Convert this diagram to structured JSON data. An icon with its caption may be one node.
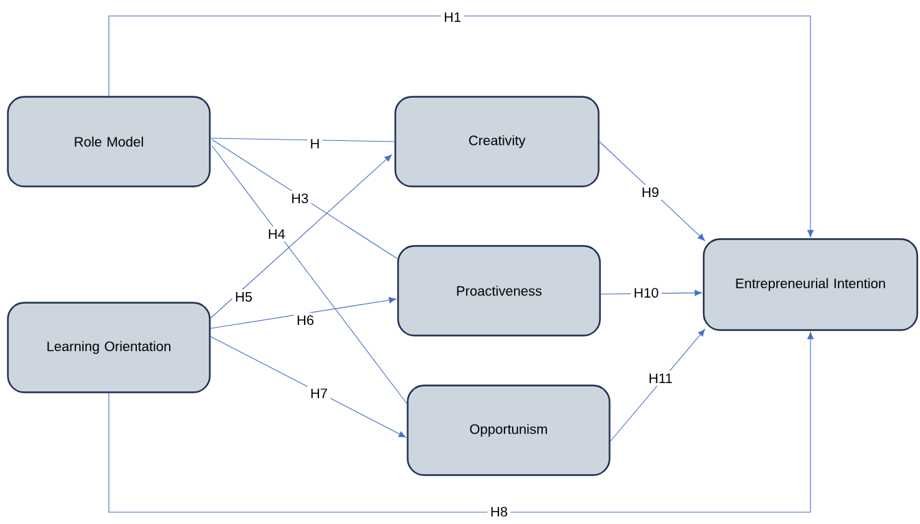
{
  "diagram": {
    "nodes": [
      {
        "text": [
          "Role Model"
        ]
      },
      {
        "text": [
          "Creativity"
        ]
      },
      {
        "text": [
          "Proactiveness"
        ]
      },
      {
        "text": [
          "Learning Orientation"
        ]
      },
      {
        "text": [
          "Opportunism"
        ]
      },
      {
        "text": [
          "Entrepreneurial Intention"
        ]
      }
    ],
    "edges": [
      {
        "from": 0,
        "to": 5,
        "arrow": "to",
        "label": "H1"
      },
      {
        "from": 0,
        "to": 1,
        "arrow": "none",
        "label": "H"
      },
      {
        "from": 0,
        "to": 2,
        "arrow": "none",
        "label": "H3"
      },
      {
        "from": 0,
        "to": 4,
        "arrow": "none",
        "label": "H4"
      },
      {
        "from": 3,
        "to": 1,
        "arrow": "to",
        "label": "H5"
      },
      {
        "from": 3,
        "to": 2,
        "arrow": "to",
        "label": "H6"
      },
      {
        "from": 3,
        "to": 4,
        "arrow": "to",
        "label": "H7"
      },
      {
        "from": 1,
        "to": 5,
        "arrow": "to",
        "label": "H9"
      },
      {
        "from": 2,
        "to": 5,
        "arrow": "to",
        "label": "H10"
      },
      {
        "from": 4,
        "to": 5,
        "arrow": "to",
        "label": "H11"
      },
      {
        "from": 3,
        "to": 5,
        "arrow": "to",
        "label": "H8"
      }
    ]
  }
}
